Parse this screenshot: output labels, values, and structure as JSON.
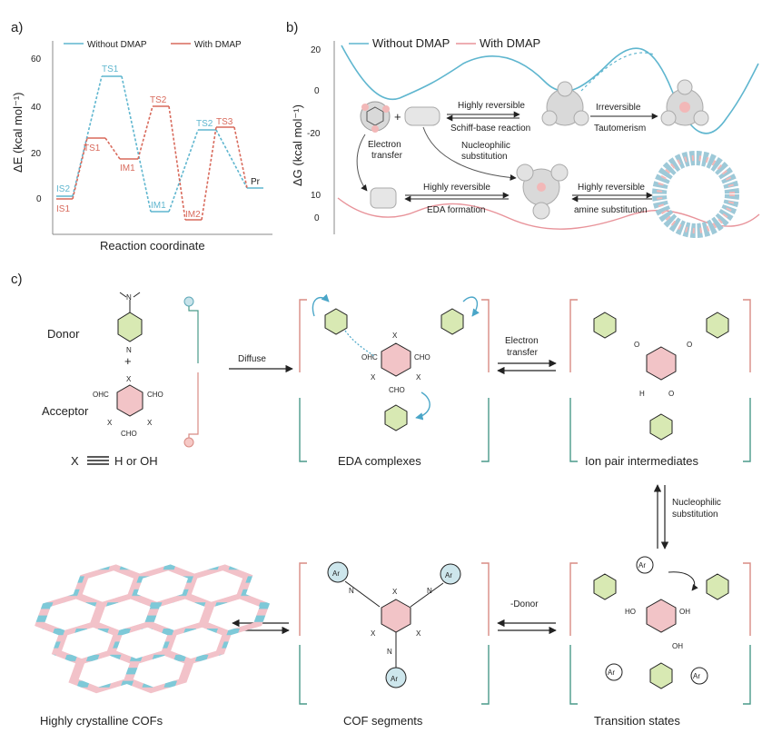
{
  "panel_a": {
    "label": "a)",
    "legend": {
      "without": "Without DMAP",
      "with": "With DMAP"
    },
    "ylabel": "ΔE (kcal mol⁻¹)",
    "xlabel": "Reaction coordinate",
    "yticks": [
      "0",
      "20",
      "40",
      "60"
    ],
    "points_without": {
      "is2": "IS2",
      "ts1": "TS1",
      "im1": "IM1",
      "ts2": "TS2",
      "pr": "Pr"
    },
    "points_with": {
      "is1": "IS1",
      "ts1": "TS1",
      "im1": "IM1",
      "ts2": "TS2",
      "im2": "IM2",
      "ts3": "TS3"
    },
    "colors": {
      "without": "#5fb6cf",
      "with": "#d86a5c"
    }
  },
  "panel_b": {
    "label": "b)",
    "legend": {
      "without": "Without DMAP",
      "with": "With DMAP"
    },
    "ylabel": "ΔG (kcal mol⁻¹)",
    "yticks_top": [
      "20",
      "0",
      "-20"
    ],
    "yticks_bottom": [
      "10",
      "0"
    ],
    "plus": "+",
    "steps": {
      "schiff_top": "Highly reversible",
      "schiff_bottom": "Schiff-base reaction",
      "taut_top": "Irreversible",
      "taut_bottom": "Tautomerism",
      "et_top": "Electron",
      "et_bottom": "transfer",
      "ns_top": "Nucleophilic",
      "ns_bottom": "substitution",
      "eda_top": "Highly reversible",
      "eda_bottom": "EDA formation",
      "amine_top": "Highly reversible",
      "amine_bottom": "amine substitution"
    },
    "colors": {
      "without": "#5fb6cf",
      "with": "#e8939a"
    }
  },
  "panel_c": {
    "label": "c)",
    "donor": "Donor",
    "acceptor": "Acceptor",
    "x_def": "X",
    "x_def_rest": "H or OH",
    "diffuse": "Diffuse",
    "eda_complexes": "EDA complexes",
    "electron_transfer_1": "Electron",
    "electron_transfer_2": "transfer",
    "ion_pair": "Ion pair intermediates",
    "nucleophilic_1": "Nucleophilic",
    "nucleophilic_2": "substitution",
    "transition_states": "Transition states",
    "minus_donor": "-Donor",
    "cof_segments": "COF segments",
    "crystalline": "Highly crystalline COFs",
    "cho": "CHO",
    "ohc": "OHC",
    "x": "X",
    "ar": "Ar",
    "n": "N",
    "h": "H",
    "o": "O",
    "oh": "OH",
    "ho": "HO"
  }
}
